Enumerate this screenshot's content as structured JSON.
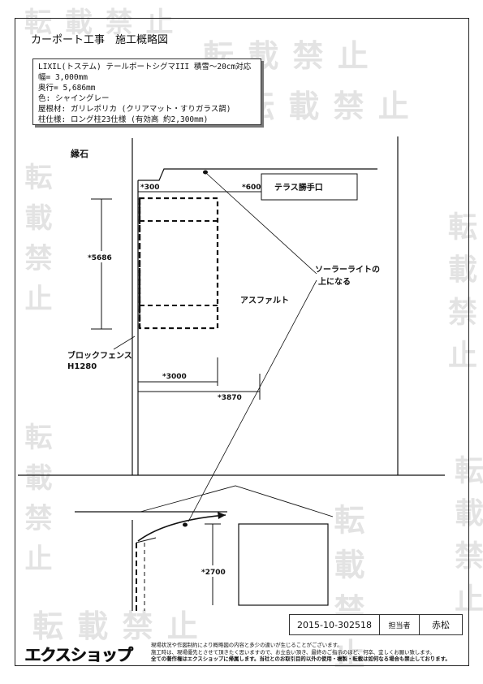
{
  "header": {
    "title": "カーポート工事　施工概略図"
  },
  "spec": {
    "lines": [
      "LIXIL(トステム) テールポートシグマIII 積雪～20cm対応",
      "幅= 3,000mm",
      "奥行= 5,686mm",
      "色: シャイングレー",
      "屋根材: ガリレポリカ (クリアマット・すりガラス調)",
      "柱仕様: ロング柱23仕様 (有効高 約2,300mm)"
    ]
  },
  "plan": {
    "curb_label": "縁石",
    "dim_300": "*300",
    "dim_600": "*600",
    "terrace_label": "テラス勝手口",
    "dim_5686": "*5686",
    "solar_label_line1": "ソーラーライトの",
    "solar_label_line2": "上になる",
    "asphalt_label": "アスファルト",
    "fence_label_line1": "ブロックフェンス",
    "fence_label_line2": "H1280",
    "dim_3000": "*3000",
    "dim_3870": "*3870",
    "dim_2700": "*2700"
  },
  "footer": {
    "doc_id": "2015-10-302518",
    "staff_label": "担当者",
    "staff_name": "赤松",
    "logo": "エクスショップ",
    "notes": [
      "現場状況や作図制約により概略図の内容と多少の違いが生じることがございます。",
      "施工時は、現場優先とさせて頂きたく思いますので、お立会い頂き、最終のご指示のほど、何卒、宜しくお願い致します。",
      "全ての著作権はエクスショップに帰属します。当社とのお取引目的以外の使用・複製・転載は如何なる場合も禁止しております。"
    ]
  },
  "watermark": {
    "text": "転載禁止"
  }
}
